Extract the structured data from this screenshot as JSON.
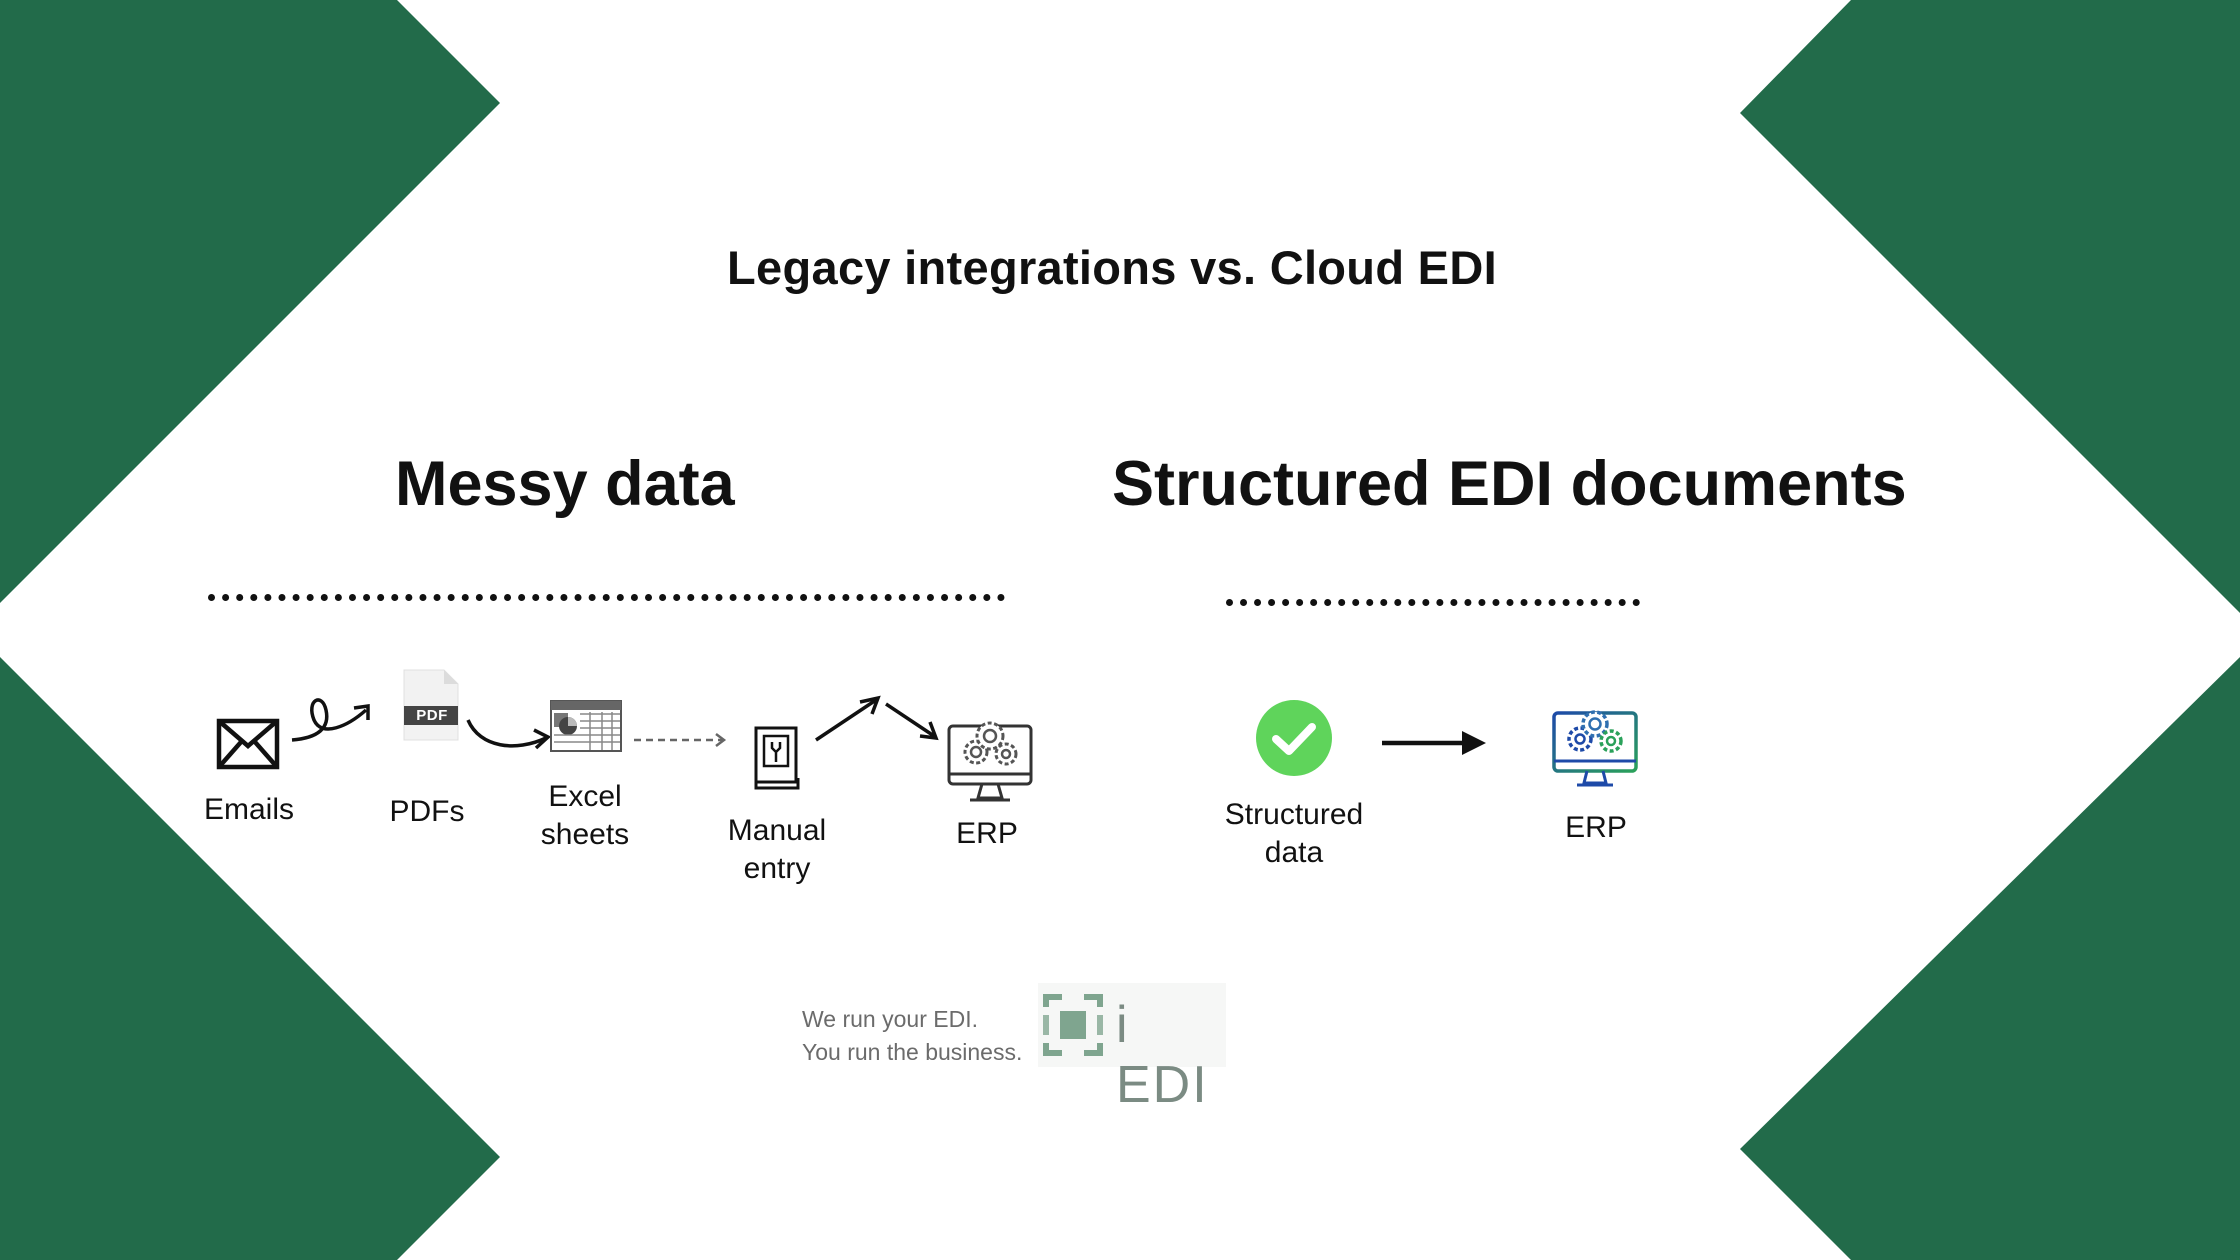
{
  "title": "Legacy integrations vs. Cloud EDI",
  "colors": {
    "accent_green": "#226b4a",
    "check_green": "#5fd45b",
    "erp_blue": "#1e4aa8",
    "logo_green": "#7fa58f"
  },
  "left": {
    "heading": "Messy data",
    "steps": [
      {
        "label": "Emails",
        "icon": "envelope-icon"
      },
      {
        "label": "PDFs",
        "icon": "pdf-file-icon",
        "badge": "PDF"
      },
      {
        "label": "Excel\nsheets",
        "icon": "spreadsheet-icon"
      },
      {
        "label": "Manual\nentry",
        "icon": "manual-book-icon"
      },
      {
        "label": "ERP",
        "icon": "monitor-gears-icon"
      }
    ]
  },
  "right": {
    "heading": "Structured EDI documents",
    "steps": [
      {
        "label": "Structured\ndata",
        "icon": "check-circle-icon"
      },
      {
        "label": "ERP",
        "icon": "monitor-gears-icon"
      }
    ]
  },
  "footer": {
    "tagline_line1": "We run your EDI.",
    "tagline_line2": "You run the business.",
    "logo_text": "i EDI"
  }
}
